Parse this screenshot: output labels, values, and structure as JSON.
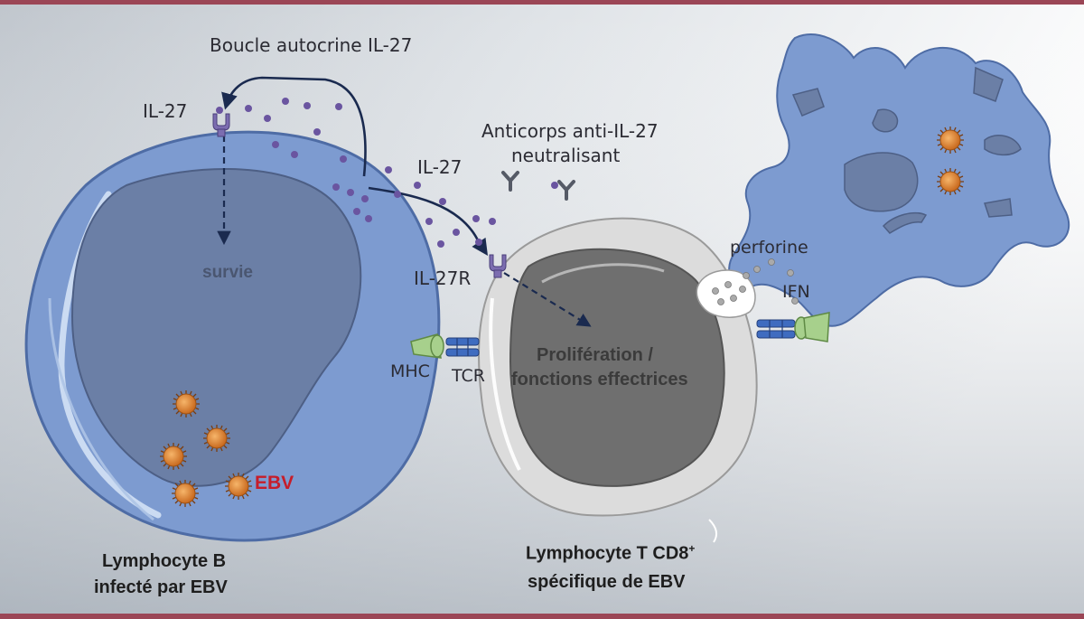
{
  "diagram": {
    "labels": {
      "autocrine_loop": "Boucle autocrine IL-27",
      "il27_top": "IL-27",
      "il27_mid": "IL-27",
      "antibody_line1": "Anticorps anti-IL-27",
      "antibody_line2": "neutralisant",
      "survival": "survie",
      "il27r": "IL-27R",
      "mhc": "MHC",
      "tcr": "TCR",
      "ebv": "EBV",
      "perforin": "perforine",
      "ifn": "IFN",
      "proliferation_line1": "Prolifération /",
      "proliferation_line2": "fonctions effectrices",
      "b_cell_line1": "Lymphocyte B",
      "b_cell_line2": "infecté par EBV",
      "t_cell_line1": "Lymphocyte T CD8",
      "t_cell_sup": "+",
      "t_cell_line2": "spécifique de EBV"
    },
    "colors": {
      "frame_border": "#9b4656",
      "cell_membrane_blue": "#7d9bd0",
      "nucleus_blue": "#6b7fa6",
      "t_cell_grey": "#dcdcdc",
      "t_nucleus_grey": "#6f6f6f",
      "cytokine_purple": "#6a55a0",
      "receptor_purple": "#7c6db0",
      "arrow_navy": "#1a2a4f",
      "virus_orange": "#e08a3a",
      "ebv_red": "#c61d2a",
      "mhc_green": "#a7d08c",
      "tcr_blue": "#3f6cc0"
    }
  }
}
